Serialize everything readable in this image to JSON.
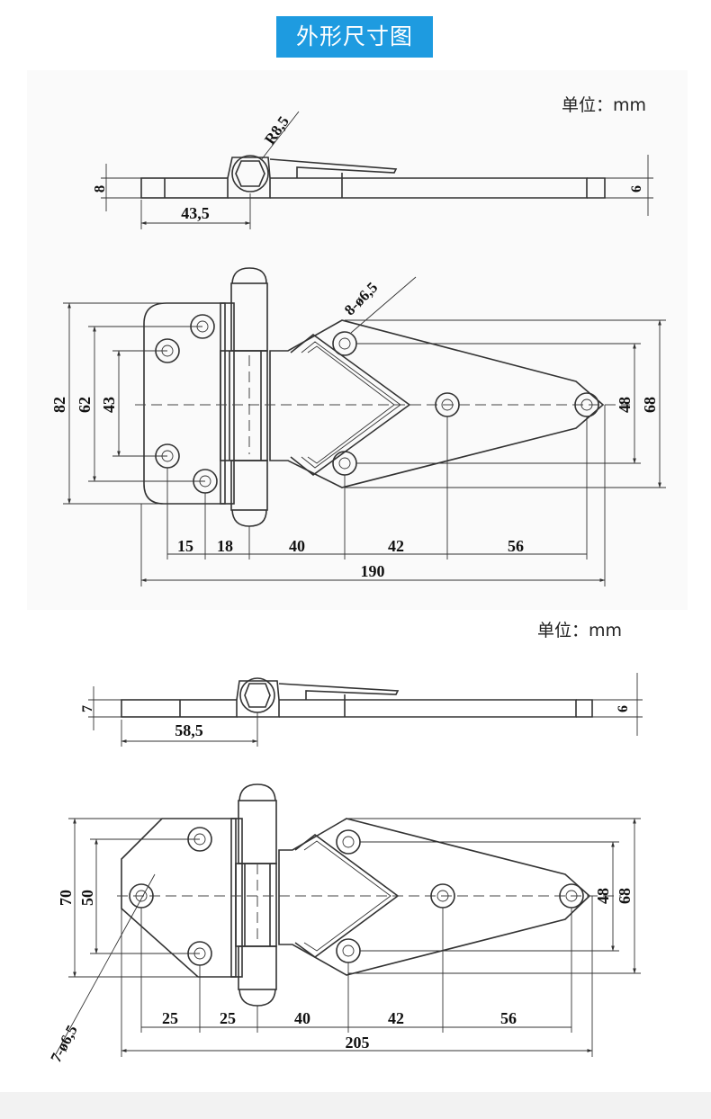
{
  "header": {
    "title": "外形尺寸图"
  },
  "units": {
    "label_1": "单位：mm",
    "label_2": "单位：mm"
  },
  "drawing_1": {
    "side": {
      "h_left": "8",
      "h_right": "6",
      "radius": "R8,5",
      "len": "43,5"
    },
    "top": {
      "hole": "8-ø6,5",
      "h82": "82",
      "h62": "62",
      "h43": "43",
      "h48": "48",
      "h68": "68",
      "d15": "15",
      "d18": "18",
      "d40": "40",
      "d42": "42",
      "d56": "56",
      "total": "190"
    }
  },
  "drawing_2": {
    "side": {
      "h_left": "7",
      "h_right": "6",
      "len": "58,5"
    },
    "top": {
      "hole": "7-ø6,5",
      "h70": "70",
      "h50": "50",
      "h48": "48",
      "h68": "68",
      "d25a": "25",
      "d25b": "25",
      "d40": "40",
      "d42": "42",
      "d56": "56",
      "total": "205"
    }
  }
}
